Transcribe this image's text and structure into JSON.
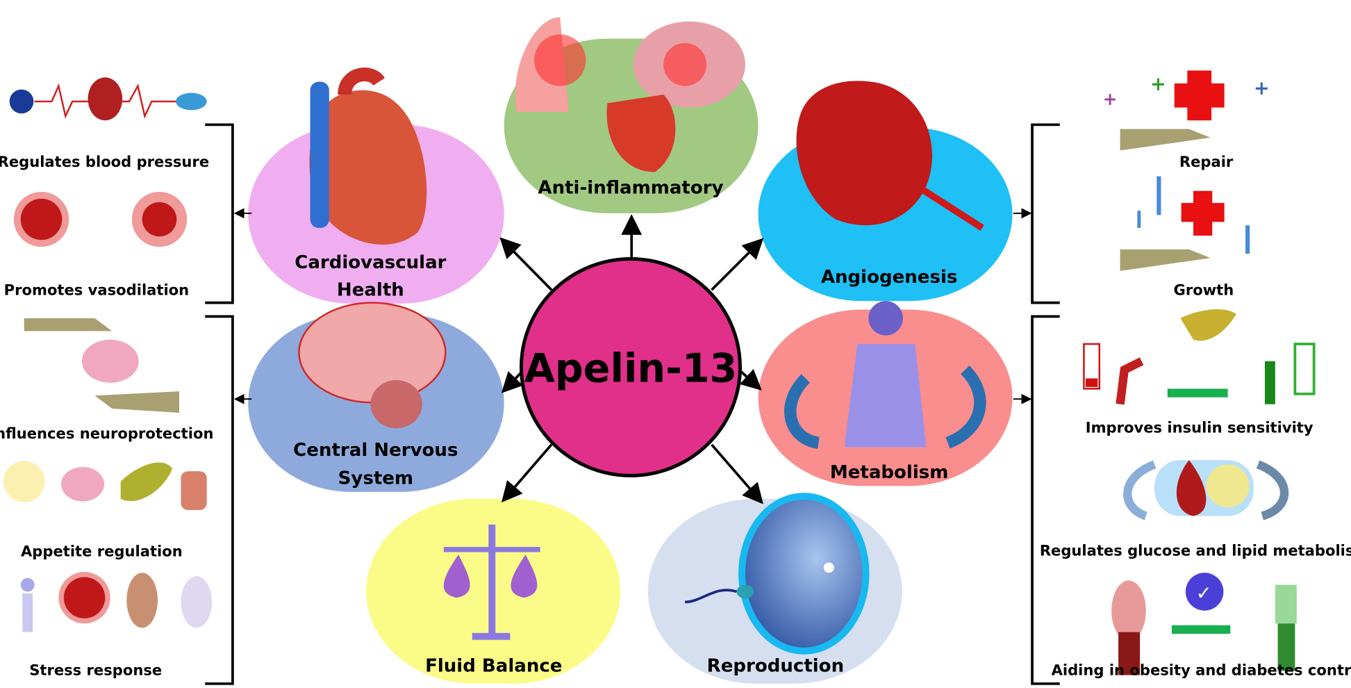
{
  "center": {
    "label": "Apelin-13",
    "color": "#e0308a"
  },
  "effects": [
    {
      "id": "cardio",
      "line1": "Cardiovascular",
      "line2": "Health",
      "color": "#f0aef0"
    },
    {
      "id": "inflam",
      "line1": "Anti-inflammatory",
      "line2": "",
      "color": "#a1c981"
    },
    {
      "id": "angio",
      "line1": "Angiogenesis",
      "line2": "",
      "color": "#1ec0f5"
    },
    {
      "id": "cns",
      "line1": "Central Nervous",
      "line2": "System",
      "color": "#8eaadc"
    },
    {
      "id": "metab",
      "line1": "Metabolism",
      "line2": "",
      "color": "#fa8d8d"
    },
    {
      "id": "fluid",
      "line1": "Fluid Balance",
      "line2": "",
      "color": "#fbfb88"
    },
    {
      "id": "repro",
      "line1": "Reproduction",
      "line2": "",
      "color": "#d6dff0"
    }
  ],
  "left_top": [
    "Regulates blood pressure",
    "Promotes vasodilation"
  ],
  "left_bottom": [
    "Influences neuroprotection",
    "Appetite regulation",
    "Stress response"
  ],
  "right_top": [
    "Repair",
    "Growth"
  ],
  "right_bottom": [
    "Improves insulin sensitivity",
    "Regulates glucose and lipid metabolism",
    "Aiding in obesity and diabetes control"
  ]
}
